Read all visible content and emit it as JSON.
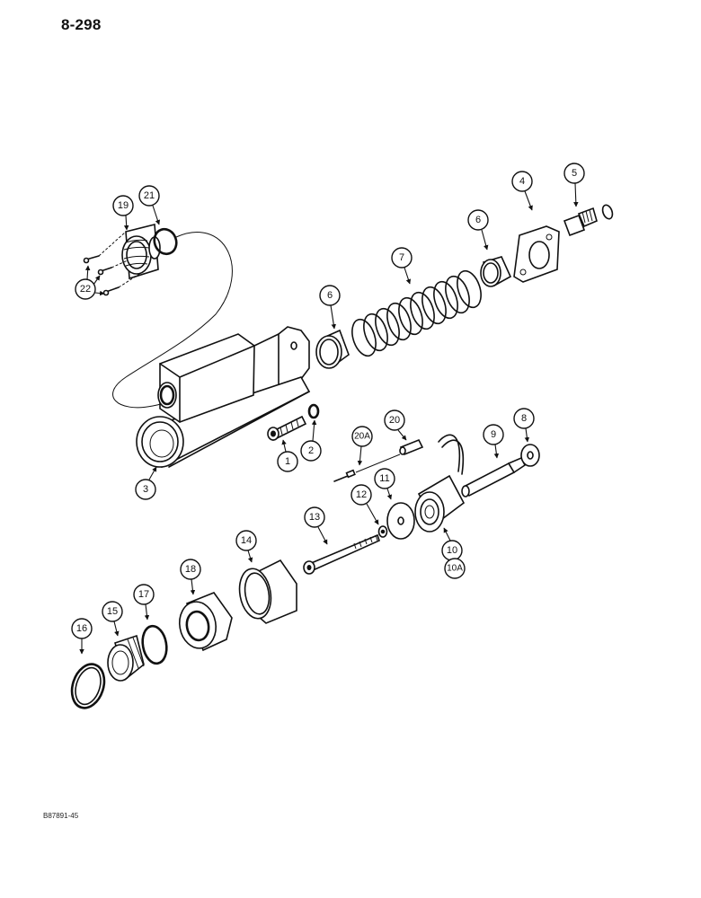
{
  "page": {
    "page_number": "8-298",
    "figure_id": "B87891-45"
  },
  "diagram": {
    "type": "exploded-parts-view",
    "callouts": [
      {
        "id": "c1",
        "label": "1",
        "part": "cap-screw"
      },
      {
        "id": "c2",
        "label": "2",
        "part": "lock-washer"
      },
      {
        "id": "c3",
        "label": "3",
        "part": "housing"
      },
      {
        "id": "c4",
        "label": "4",
        "part": "flange-cover"
      },
      {
        "id": "c5",
        "label": "5",
        "part": "fitting"
      },
      {
        "id": "c6a",
        "label": "6",
        "part": "bushing-right"
      },
      {
        "id": "c6b",
        "label": "6",
        "part": "bushing-left"
      },
      {
        "id": "c7",
        "label": "7",
        "part": "spring"
      },
      {
        "id": "c8",
        "label": "8",
        "part": "washer"
      },
      {
        "id": "c9",
        "label": "9",
        "part": "shaft"
      },
      {
        "id": "c10",
        "label": "10",
        "part": "sensor"
      },
      {
        "id": "c10a",
        "label": "10A",
        "part": "sensor-alt"
      },
      {
        "id": "c11",
        "label": "11",
        "part": "disc"
      },
      {
        "id": "c12",
        "label": "12",
        "part": "nut"
      },
      {
        "id": "c13",
        "label": "13",
        "part": "long-bolt"
      },
      {
        "id": "c14",
        "label": "14",
        "part": "sleeve"
      },
      {
        "id": "c15",
        "label": "15",
        "part": "plug"
      },
      {
        "id": "c16",
        "label": "16",
        "part": "snap-ring"
      },
      {
        "id": "c17",
        "label": "17",
        "part": "o-ring"
      },
      {
        "id": "c18",
        "label": "18",
        "part": "piston"
      },
      {
        "id": "c19",
        "label": "19",
        "part": "connector"
      },
      {
        "id": "c20",
        "label": "20",
        "part": "pin"
      },
      {
        "id": "c20a",
        "label": "20A",
        "part": "terminal"
      },
      {
        "id": "c21",
        "label": "21",
        "part": "o-ring-connector"
      },
      {
        "id": "c22",
        "label": "22",
        "part": "screws"
      }
    ]
  }
}
